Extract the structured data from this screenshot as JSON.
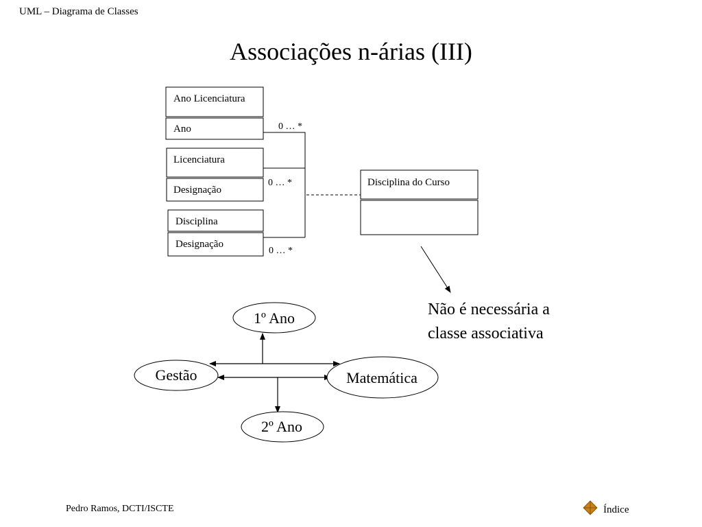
{
  "header": {
    "course_title": "UML – Diagrama de Classes"
  },
  "slide": {
    "title": "Associações n-árias (III)"
  },
  "classes": {
    "ano_licenciatura": {
      "name": "Ano Licenciatura",
      "attribute": "Ano"
    },
    "licenciatura": {
      "name": "Licenciatura",
      "attribute": "Designação"
    },
    "disciplina": {
      "name": "Disciplina",
      "attribute": "Designação"
    },
    "disciplina_do_curso": {
      "name": "Disciplina do Curso",
      "attribute": ""
    }
  },
  "multiplicities": {
    "ano": "0 … *",
    "licenciatura": "0 … *",
    "disciplina": "0 … *"
  },
  "note": {
    "line1": "Não é necessária a",
    "line2": "classe associativa"
  },
  "example_nodes": {
    "ano1": "1º Ano",
    "ano2": "2º Ano",
    "gestao": "Gestão",
    "matematica": "Matemática"
  },
  "footer": {
    "author": "Pedro Ramos, DCTI/ISCTE",
    "index_link": "Índice",
    "index_icon": "diamond-icon"
  }
}
